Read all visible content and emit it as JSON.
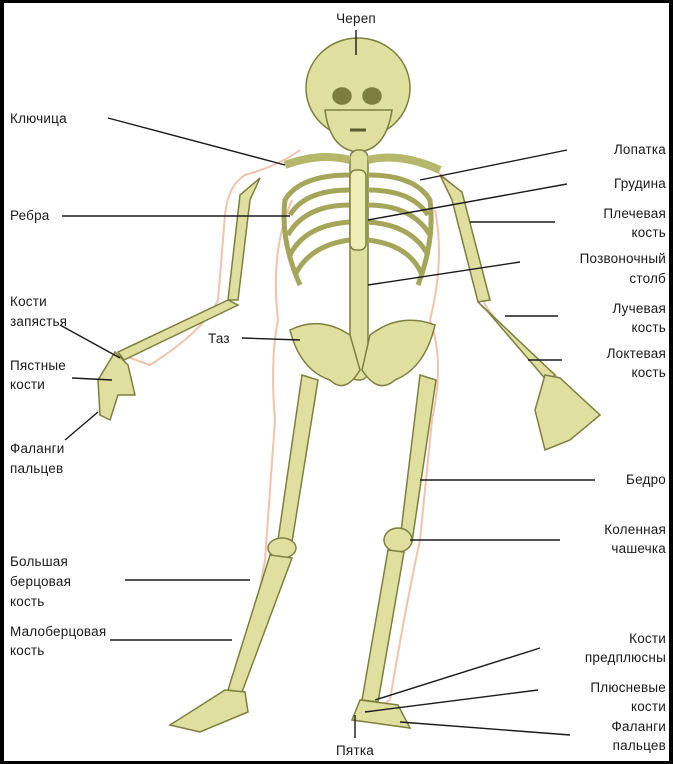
{
  "colors": {
    "background": "#000000",
    "panel": "#ffffff",
    "bone": "#dfe0a0",
    "bone_dark": "#7d7f3e",
    "body_outline": "#f1c3ad",
    "leader_line": "#1a1a1a"
  },
  "labels": {
    "skull": "Череп",
    "clavicle": "Ключица",
    "ribs": "Ребра",
    "carpals_1": "Кости",
    "carpals_2": "запястья",
    "metacarpals_1": "Пястные",
    "metacarpals_2": "кости",
    "hand_phalanges_1": "Фаланги",
    "hand_phalanges_2": "пальцев",
    "tibia_1": "Большая",
    "tibia_2": "берцовая",
    "tibia_3": "кость",
    "fibula_1": "Малоберцовая",
    "fibula_2": "кость",
    "calcaneus": "Пятка",
    "pelvis": "Таз",
    "scapula": "Лопатка",
    "sternum": "Грудина",
    "humerus_1": "Плечевая",
    "humerus_2": "кость",
    "spine_1": "Позвоночный",
    "spine_2": "столб",
    "radius_1": "Лучевая",
    "radius_2": "кость",
    "ulna_1": "Локтевая",
    "ulna_2": "кость",
    "femur": "Бедро",
    "patella_1": "Коленная",
    "patella_2": "чашечка",
    "tarsals_1": "Кости",
    "tarsals_2": "предплюсны",
    "metatarsals_1": "Плюсневые",
    "metatarsals_2": "кости",
    "foot_phalanges_1": "Фаланги",
    "foot_phalanges_2": "пальцев"
  }
}
